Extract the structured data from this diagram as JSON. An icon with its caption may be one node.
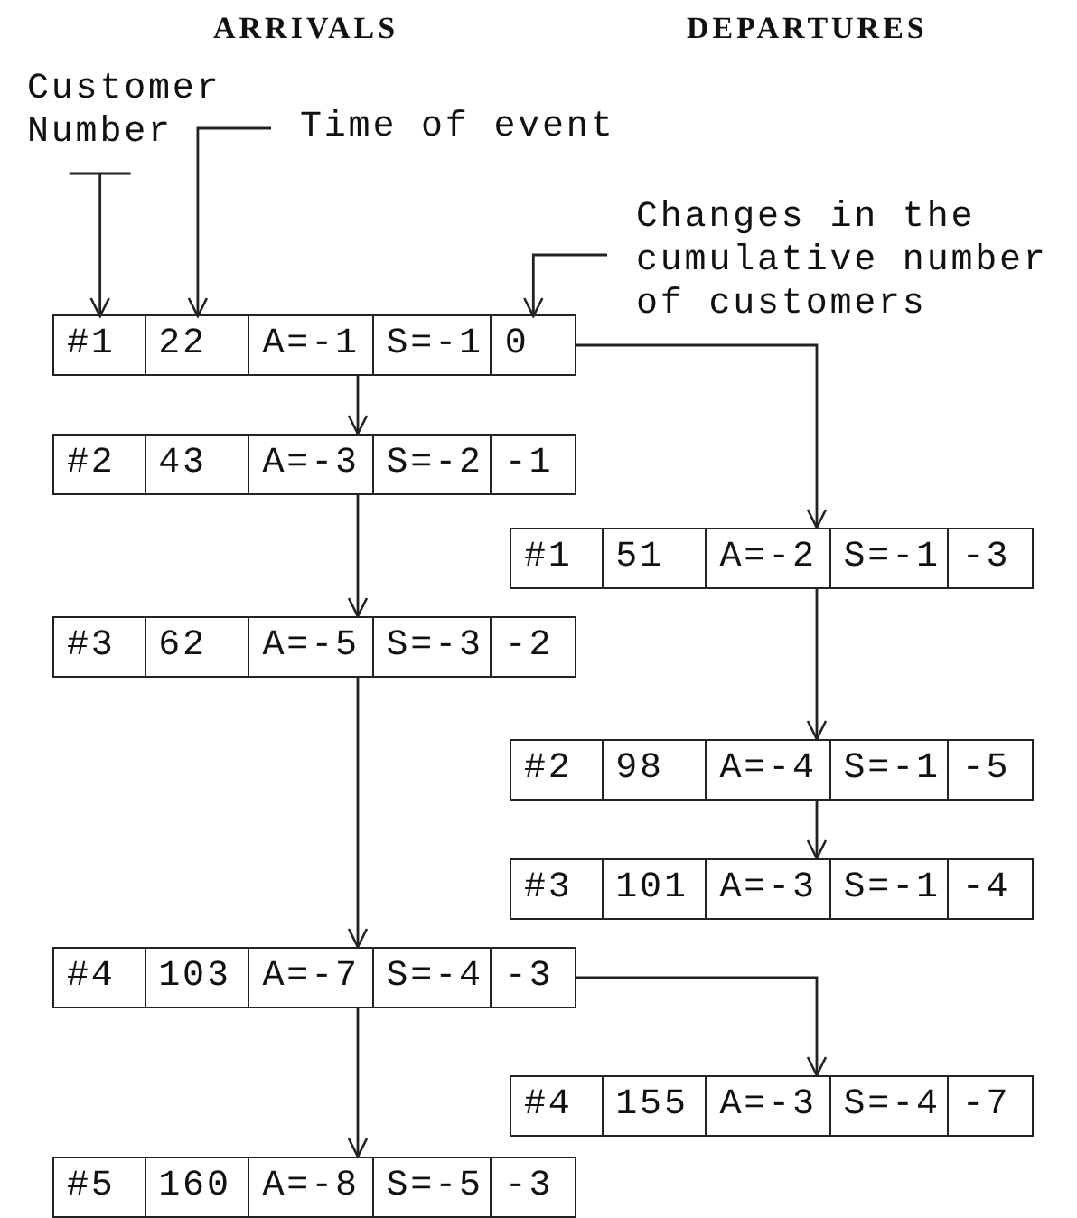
{
  "diagram": {
    "nodes": [
      {
        "text": [
          "Customer Number"
        ]
      },
      {
        "text": [
          "Time of event"
        ]
      },
      {
        "text": [
          "Changes in the cumulative number of customers"
        ]
      },
      {
        "text": [],
        "shape": "box"
      },
      {
        "text": [
          "#1"
        ],
        "in": 3
      },
      {
        "text": [
          "22"
        ],
        "in": 3
      },
      {
        "text": [
          "A=-1"
        ],
        "in": 3
      },
      {
        "text": [
          "S=-1"
        ],
        "in": 3
      },
      {
        "text": [
          "0"
        ],
        "in": 3
      },
      {
        "text": [],
        "shape": "box"
      },
      {
        "text": [
          "#2"
        ],
        "in": 9
      },
      {
        "text": [
          "43"
        ],
        "in": 9
      },
      {
        "text": [
          "A=-3"
        ],
        "in": 9
      },
      {
        "text": [
          "S=-2"
        ],
        "in": 9
      },
      {
        "text": [
          "-1"
        ],
        "in": 9
      },
      {
        "text": [],
        "shape": "box"
      },
      {
        "text": [
          "#1"
        ],
        "in": 15
      },
      {
        "text": [
          "51"
        ],
        "in": 15
      },
      {
        "text": [
          "A=-2"
        ],
        "in": 15
      },
      {
        "text": [
          "S=-1"
        ],
        "in": 15
      },
      {
        "text": [
          "-3"
        ],
        "in": 15
      },
      {
        "text": [],
        "shape": "box"
      },
      {
        "text": [
          "#3"
        ],
        "in": 21
      },
      {
        "text": [
          "62"
        ],
        "in": 21
      },
      {
        "text": [
          "A=-5"
        ],
        "in": 21
      },
      {
        "text": [
          "S=-3"
        ],
        "in": 21
      },
      {
        "text": [
          "-2"
        ],
        "in": 21
      },
      {
        "text": [],
        "shape": "box"
      },
      {
        "text": [
          "#2"
        ],
        "in": 27
      },
      {
        "text": [
          "98"
        ],
        "in": 27
      },
      {
        "text": [
          "A=-4"
        ],
        "in": 27
      },
      {
        "text": [
          "S=-1"
        ],
        "in": 27
      },
      {
        "text": [
          "-5"
        ],
        "in": 27
      },
      {
        "text": [],
        "shape": "box"
      },
      {
        "text": [
          "#3"
        ],
        "in": 33
      },
      {
        "text": [
          "101"
        ],
        "in": 33
      },
      {
        "text": [
          "A=-3"
        ],
        "in": 33
      },
      {
        "text": [
          "S=-1"
        ],
        "in": 33
      },
      {
        "text": [
          "-4"
        ],
        "in": 33
      },
      {
        "text": [],
        "shape": "box"
      },
      {
        "text": [
          "#4"
        ],
        "in": 39
      },
      {
        "text": [
          "103"
        ],
        "in": 39
      },
      {
        "text": [
          "A=-7"
        ],
        "in": 39
      },
      {
        "text": [
          "S=-4"
        ],
        "in": 39
      },
      {
        "text": [
          "-3"
        ],
        "in": 39
      },
      {
        "text": [],
        "shape": "box"
      },
      {
        "text": [
          "#4"
        ],
        "in": 45
      },
      {
        "text": [
          "155"
        ],
        "in": 45
      },
      {
        "text": [
          "A=-3"
        ],
        "in": 45
      },
      {
        "text": [
          "S=-4"
        ],
        "in": 45
      },
      {
        "text": [
          "-7"
        ],
        "in": 45
      },
      {
        "text": [],
        "shape": "box"
      },
      {
        "text": [
          "#5"
        ],
        "in": 51
      },
      {
        "text": [
          "160"
        ],
        "in": 51
      },
      {
        "text": [
          "A=-8"
        ],
        "in": 51
      },
      {
        "text": [
          "S=-5"
        ],
        "in": 51
      },
      {
        "text": [
          "-3"
        ],
        "in": 51
      }
    ],
    "edges": [
      {
        "from": 0,
        "to": 4,
        "arrow": "to"
      },
      {
        "from": 1,
        "to": 5,
        "arrow": "to"
      },
      {
        "from": 2,
        "to": 8,
        "arrow": "to"
      },
      {
        "from": 3,
        "to": 9,
        "arrow": "to"
      },
      {
        "from": 3,
        "to": 15,
        "arrow": "to"
      },
      {
        "from": 9,
        "to": 21,
        "arrow": "to"
      },
      {
        "from": 15,
        "to": 27,
        "arrow": "to"
      },
      {
        "from": 27,
        "to": 33,
        "arrow": "to"
      },
      {
        "from": 21,
        "to": 39,
        "arrow": "to"
      },
      {
        "from": 39,
        "to": 45,
        "arrow": "to"
      },
      {
        "from": 39,
        "to": 51,
        "arrow": "to"
      }
    ],
    "labels": [
      "ARRIVALS",
      "DEPARTURES"
    ]
  }
}
